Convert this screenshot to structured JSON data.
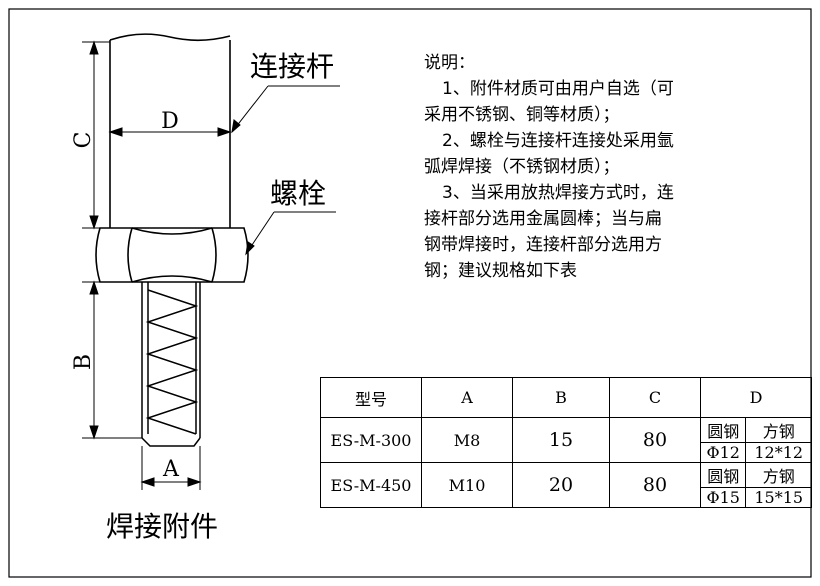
{
  "labels": {
    "rod": "连接杆",
    "bolt": "螺栓",
    "title": "焊接附件",
    "dim_a": "A",
    "dim_b": "B",
    "dim_c": "C",
    "dim_d": "D"
  },
  "notes": {
    "heading": "说明：",
    "lines": [
      "1、附件材质可由用户自选（可",
      "采用不锈钢、铜等材质）；",
      "2、螺栓与连接杆连接处采用氩",
      "弧焊焊接（不锈钢材质）；",
      "3、当采用放热焊接方式时，连",
      "接杆部分选用金属圆棒；当与扁",
      "钢带焊接时，连接杆部分选用方",
      "钢；建议规格如下表"
    ]
  },
  "table": {
    "headers": [
      "型号",
      "A",
      "B",
      "C",
      "D"
    ],
    "d_sub_headers": [
      "圆钢",
      "方钢"
    ],
    "rows": [
      {
        "model": "ES-M-300",
        "a": "M8",
        "b": "15",
        "c": "80",
        "d_round": "Φ12",
        "d_square": "12*12"
      },
      {
        "model": "ES-M-450",
        "a": "M10",
        "b": "20",
        "c": "80",
        "d_round": "Φ15",
        "d_square": "15*15"
      }
    ]
  }
}
